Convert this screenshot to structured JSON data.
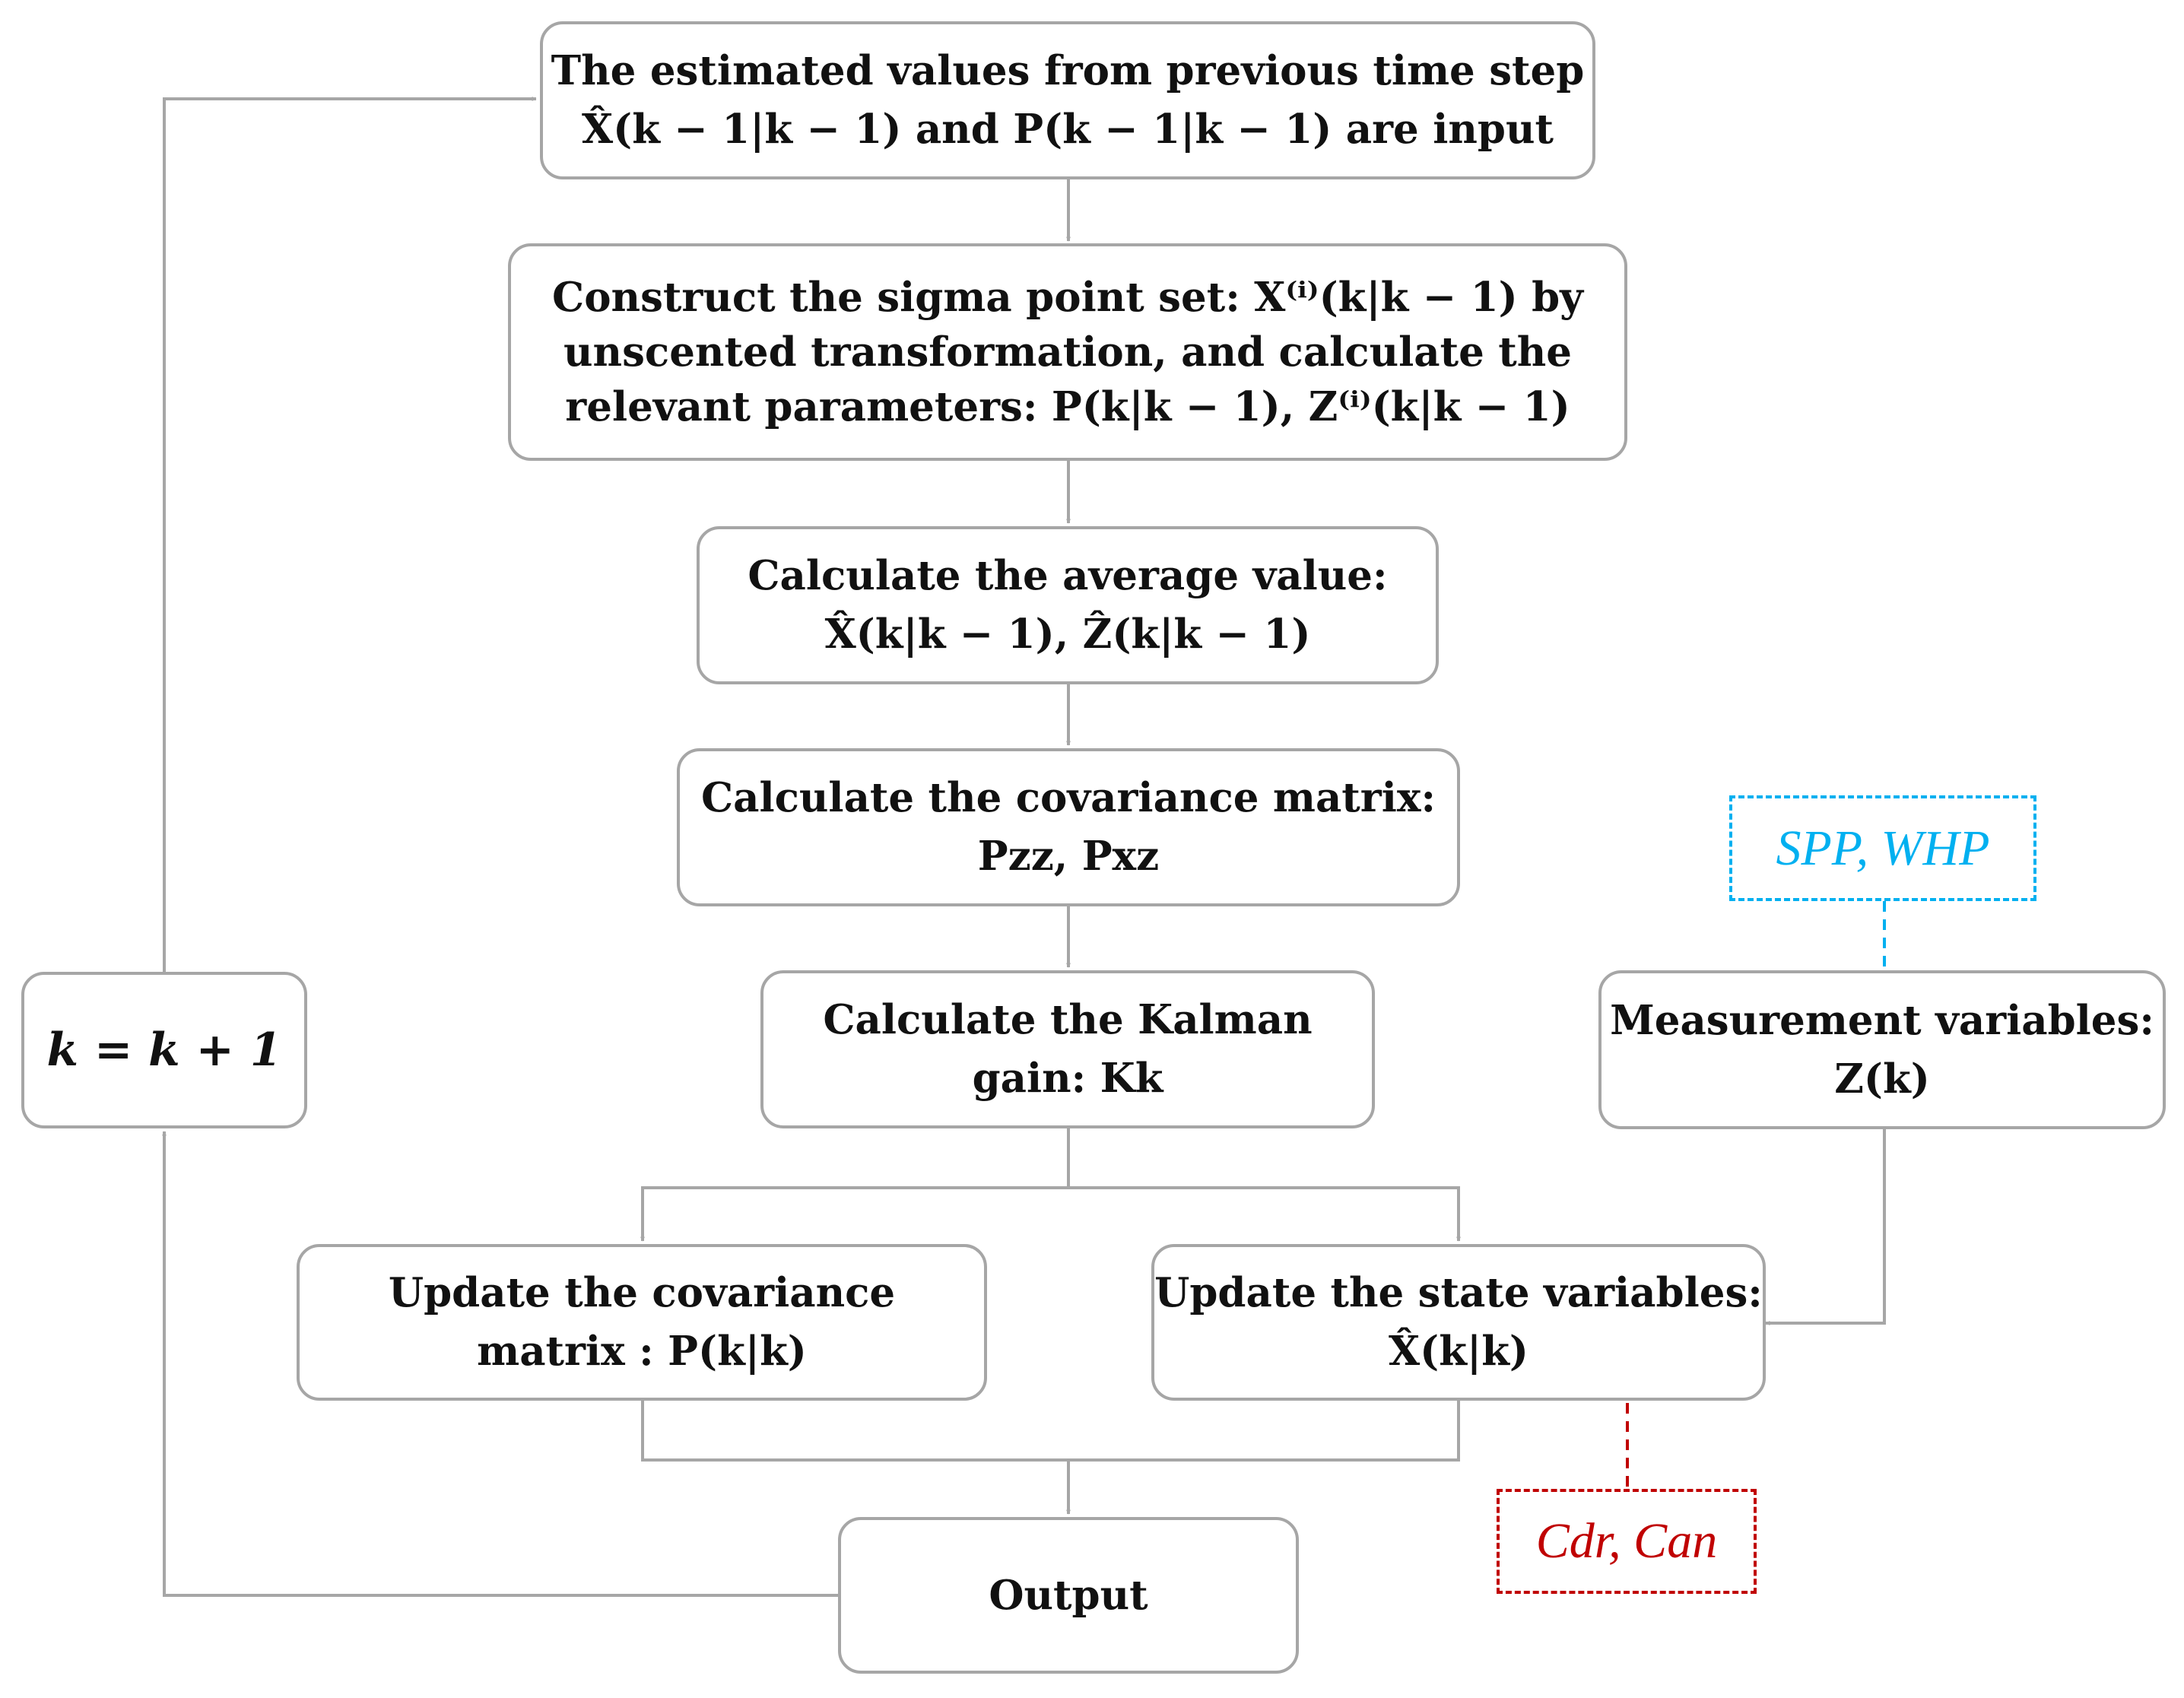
{
  "diagram": {
    "boxes": {
      "input": {
        "line1": "The estimated values from previous time step",
        "line2": "X̂(k − 1|k − 1) and P(k − 1|k − 1) are input"
      },
      "sigma": {
        "line1": "Construct the sigma point set:  X⁽ⁱ⁾(k|k − 1) by",
        "line2": "unscented transformation, and calculate the",
        "line3": "relevant parameters: P(k|k − 1), Z⁽ⁱ⁾(k|k − 1)"
      },
      "average": {
        "line1": "Calculate the average value:",
        "line2": "X̂(k|k − 1), Ẑ(k|k − 1)"
      },
      "covariance": {
        "line1": "Calculate the covariance matrix:",
        "line2": "Pzz, Pxz"
      },
      "kalman": {
        "line1": "Calculate the Kalman",
        "line2": "gain: Kk"
      },
      "update_cov": {
        "line1": "Update the covariance",
        "line2": "matrix : P(k|k)"
      },
      "update_state": {
        "line1": "Update the state variables:",
        "line2": "X̂(k|k)"
      },
      "output": {
        "label": "Output"
      },
      "increment": {
        "label": "k = k + 1"
      },
      "measurement": {
        "line1": "Measurement variables:",
        "line2": "Z(k)"
      }
    },
    "annotations": {
      "measurement_inputs": "SPP, WHP",
      "state_outputs": "Cdr, Can"
    },
    "colors": {
      "box_border": "#a6a6a6",
      "connector": "#a6a6a6",
      "measurement_note": "#00b0f0",
      "state_note": "#c00000",
      "text": "#111111"
    }
  }
}
